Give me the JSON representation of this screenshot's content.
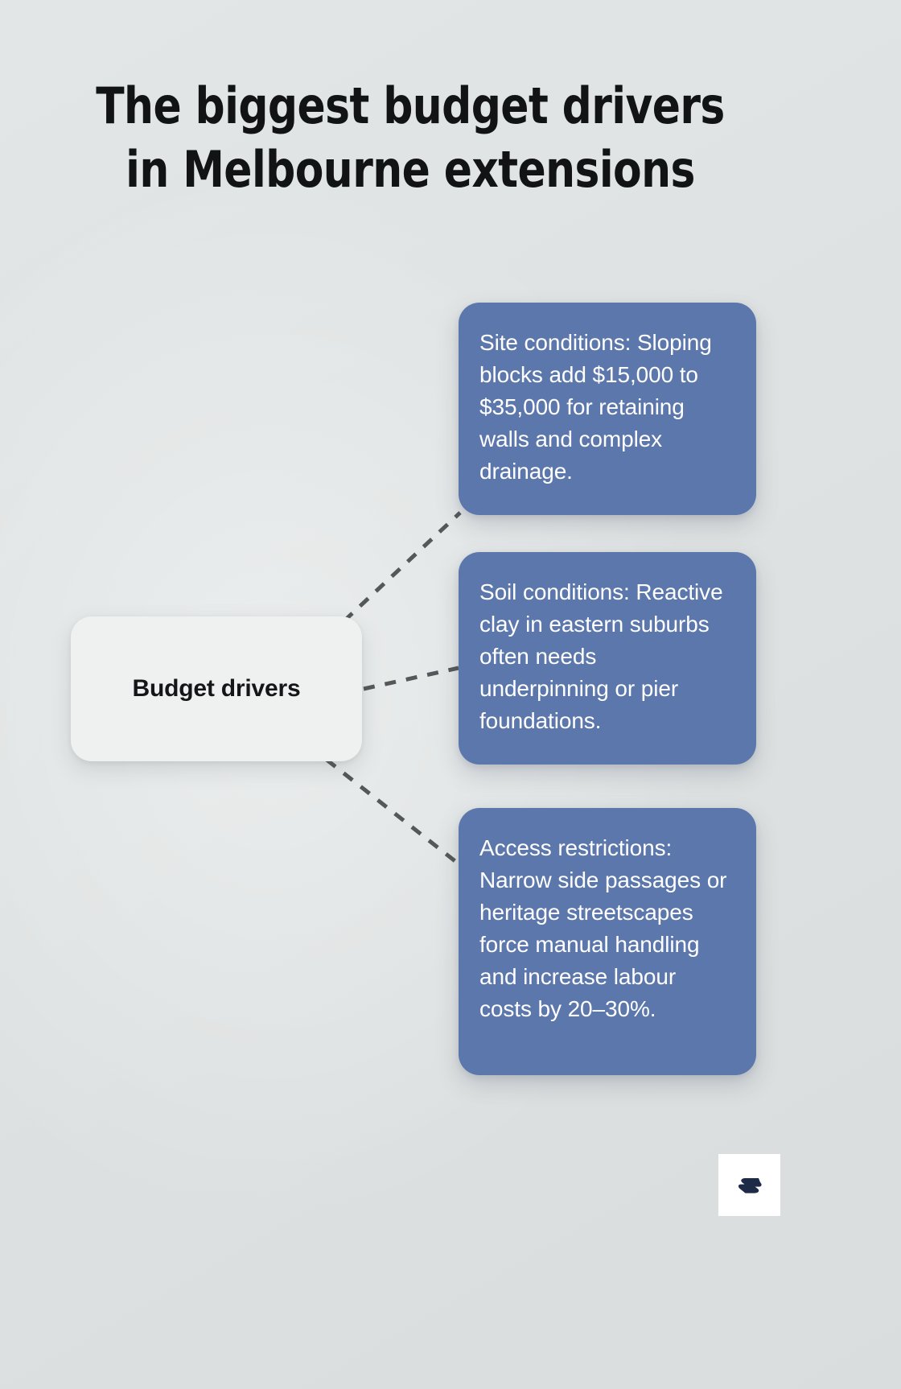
{
  "page": {
    "title": "The biggest budget drivers in Melbourne extensions",
    "background_color": "#dfe3e3"
  },
  "diagram": {
    "type": "mind-map",
    "center_node": {
      "label": "Budget drivers",
      "background_color": "#eff0f0",
      "text_color": "#141618"
    },
    "connector": {
      "style": "dashed",
      "color": "#54585a"
    },
    "branches": [
      {
        "id": "site-conditions",
        "heading": "Site conditions:",
        "body": "Sloping blocks add $15,000 to $35,000 for retaining walls and complex drainage.",
        "text": "Site conditions: Sloping blocks add $15,000 to $35,000 for retaining walls and complex drainage.",
        "background_color": "#5c77ab",
        "text_color": "#ffffff"
      },
      {
        "id": "soil-conditions",
        "heading": "Soil conditions:",
        "body": "Reactive clay in eastern suburbs often needs underpinning or pier foundations.",
        "text": "Soil conditions: Reactive clay in eastern suburbs often needs underpinning or pier foundations.",
        "background_color": "#5c77ab",
        "text_color": "#ffffff"
      },
      {
        "id": "access-restrictions",
        "heading": "Access restrictions:",
        "body": "Narrow side passages or heritage streetscapes force manual handling and increase labour costs by 20–30%.",
        "text": "Access restrictions: Narrow side passages or heritage streetscapes force manual handling and increase labour costs by 20–30%.",
        "background_color": "#5c77ab",
        "text_color": "#ffffff"
      }
    ]
  },
  "logo": {
    "name": "brand-logo",
    "background_color": "#ffffff",
    "mark_color": "#1d2b46"
  }
}
